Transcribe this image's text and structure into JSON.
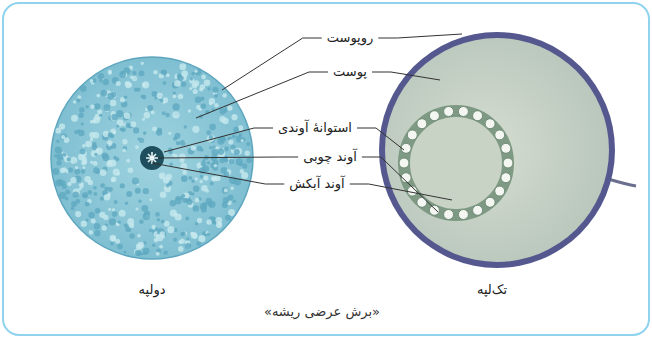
{
  "diagram": {
    "caption": "«برش عرضی ریشه»",
    "labels": [
      "روپوست",
      "پوست",
      "استوانهٔ آوندی",
      "آوند چوبی",
      "آوند آبکش",
      "دولپه",
      "تک‌لپه"
    ]
  }
}
